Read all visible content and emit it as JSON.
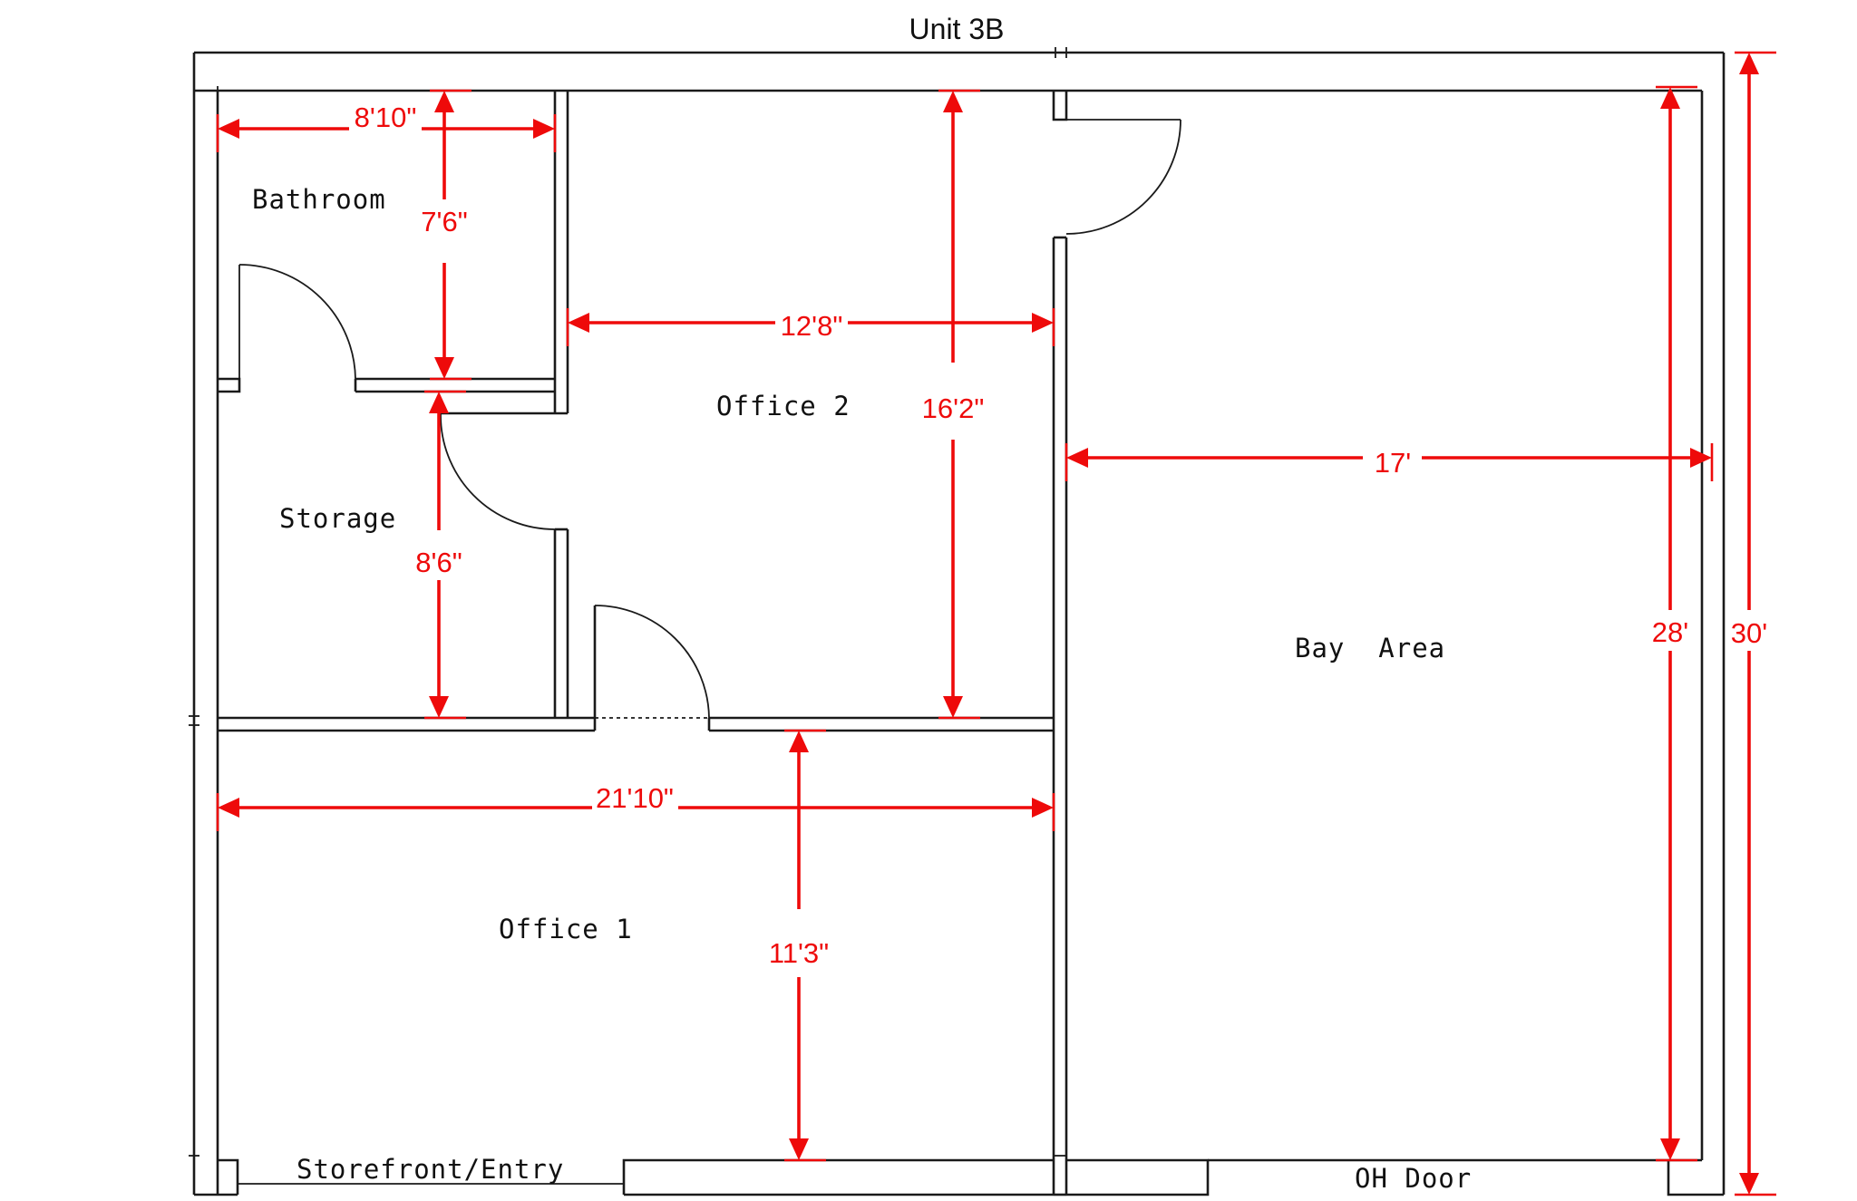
{
  "title": "Unit 3B",
  "rooms": {
    "bathroom": "Bathroom",
    "storage": "Storage",
    "office2": "Office 2",
    "office1": "Office 1",
    "bay": "Bay  Area",
    "storefront": "Storefront/Entry",
    "oh_door": "OH Door"
  },
  "dimensions": {
    "bathroom_width": "8'10\"",
    "bathroom_depth": "7'6\"",
    "office2_width": "12'8\"",
    "office2_depth": "16'2\"",
    "storage_depth": "8'6\"",
    "bay_width": "17'",
    "office1_width": "21'10\"",
    "office1_depth": "11'3\"",
    "bay_depth": "28'",
    "overall_depth": "30'"
  },
  "colors": {
    "dimension": "#ee0a0a",
    "wall": "#1a1a1a"
  }
}
